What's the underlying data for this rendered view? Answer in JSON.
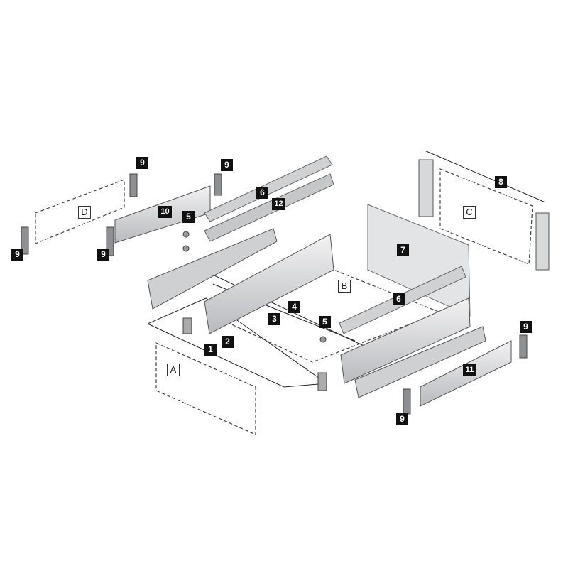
{
  "diagram": {
    "part_labels": {
      "p1": "1",
      "p2": "2",
      "p3": "3",
      "p4": "4",
      "p5a": "5",
      "p5b": "5",
      "p6a": "6",
      "p6b": "6",
      "p7": "7",
      "p8": "8",
      "p9a": "9",
      "p9b": "9",
      "p9c": "9",
      "p9d": "9",
      "p9e": "9",
      "p9f": "9",
      "p10": "10",
      "p11": "11",
      "p12": "12"
    },
    "area_labels": {
      "A": "A",
      "B": "B",
      "C": "C",
      "D": "D"
    },
    "colors": {
      "label_bg": "#111111",
      "panel": "#d9dadc",
      "rail": "#c8c9cb",
      "line": "#333333"
    }
  }
}
